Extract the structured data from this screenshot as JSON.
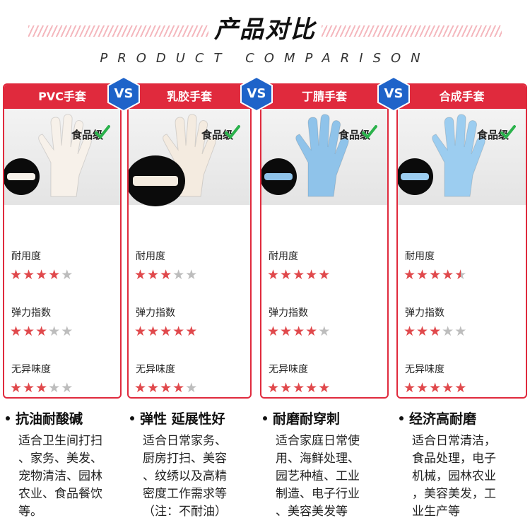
{
  "header": {
    "title": "产品对比",
    "subtitle": "PRODUCT COMPARISON"
  },
  "vs_label": "VS",
  "food_grade_label": "食品级",
  "metric_labels": [
    "耐用度",
    "弹力指数",
    "无异味度"
  ],
  "colors": {
    "brand_red": "#e02a3d",
    "vs_blue": "#1e63c9",
    "star_on": "#e0494c",
    "star_off": "#bdbdbd",
    "check_green": "#2bb24c"
  },
  "products": [
    {
      "name": "PVC手套",
      "glove_color": "#f7f1ea",
      "ratings": [
        4,
        3,
        3
      ],
      "feature": "抗油耐酸碱",
      "description_lines": [
        "适合卫生间打扫",
        "、家务、美发、",
        "宠物清洁、园林",
        "农业、食品餐饮",
        "等。"
      ]
    },
    {
      "name": "乳胶手套",
      "glove_color": "#f4ebe0",
      "ratings": [
        3,
        5,
        4
      ],
      "feature": "弹性 延展性好",
      "description_lines": [
        "适合日常家务、",
        "厨房打扫、美容",
        "、纹绣以及高精",
        "密度工作需求等",
        "（注：不耐油）"
      ]
    },
    {
      "name": "丁腈手套",
      "glove_color": "#8fc3ea",
      "ratings": [
        5,
        4,
        5
      ],
      "feature": "耐磨耐穿刺",
      "description_lines": [
        "适合家庭日常使",
        "用、海鲜处理、",
        "园艺种植、工业",
        "制造、电子行业",
        "、美容美发等"
      ]
    },
    {
      "name": "合成手套",
      "glove_color": "#9ccdf0",
      "ratings": [
        4.5,
        3,
        5
      ],
      "feature": "经济高耐磨",
      "description_lines": [
        "适合日常清洁，",
        "食品处理，电子",
        "机械，园林农业",
        "，美容美发，工",
        "业生产等"
      ]
    }
  ]
}
